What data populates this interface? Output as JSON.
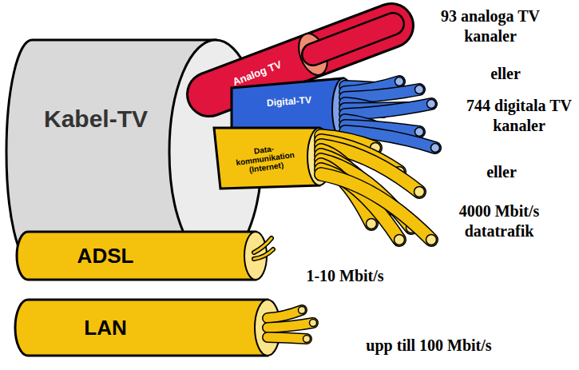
{
  "diagram": {
    "nodes": [
      {
        "text": [
          "Kabel-TV"
        ]
      },
      {
        "text": [
          "Analog TV"
        ]
      },
      {
        "text": [
          "Digital-TV"
        ]
      },
      {
        "text": [
          "Data-kommunikation (Internet)"
        ]
      },
      {
        "text": [
          "ADSL"
        ]
      },
      {
        "text": [
          "LAN"
        ]
      }
    ],
    "labels": [
      "93 analoga TV kanaler",
      "eller",
      "744 digitala TV kanaler",
      "eller",
      "4000 Mbit/s datatrafik",
      "1-10 Mbit/s",
      "upp till 100 Mbit/s"
    ]
  }
}
